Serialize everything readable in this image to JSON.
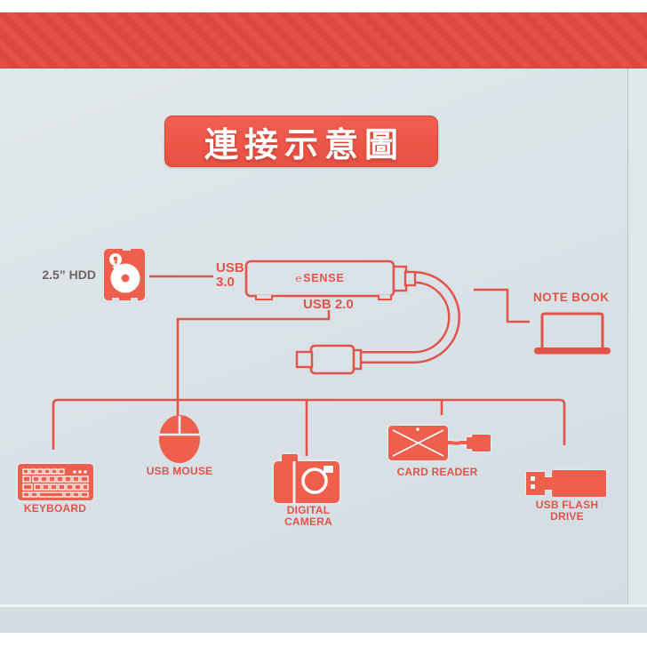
{
  "page": {
    "title_banner": "連接示意圖"
  },
  "colors": {
    "accent_fill": "#ef5f4d",
    "line": "#e0544a",
    "banner": "#e25049",
    "banner_stripe": "#da4840",
    "title_box": "#ee5444",
    "background": "#dae2e7",
    "hdd_label_color": "#6e6260"
  },
  "hub": {
    "logo_glyph": "℮",
    "logo_text": "SENSE"
  },
  "labels": {
    "hdd": "2.5” HDD",
    "usb3_line1": "USB",
    "usb3_line2": "3.0",
    "usb2": "USB 2.0",
    "notebook": "NOTE BOOK",
    "usb_mouse": "USB MOUSE",
    "keyboard": "KEYBOARD",
    "digital_camera": "DIGITAL CAMERA",
    "card_reader": "CARD READER",
    "usb_flash_drive": "USB FLASH DRIVE"
  },
  "icons": {
    "hdd": "hdd-icon",
    "hub": "usb-hub-device",
    "usb_c_plug": "usb-c-connector-icon",
    "notebook": "laptop-icon",
    "mouse": "mouse-icon",
    "keyboard": "keyboard-icon",
    "camera": "camera-icon",
    "card_reader": "card-reader-icon",
    "flash_drive": "usb-flash-drive-icon"
  }
}
